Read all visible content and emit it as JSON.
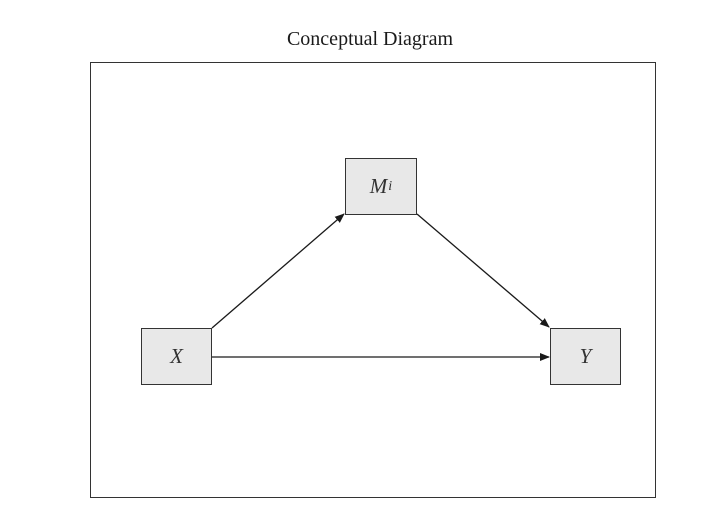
{
  "title": "Conceptual Diagram",
  "nodes": {
    "x": {
      "label": "X"
    },
    "m": {
      "label": "M",
      "subscript": "i"
    },
    "y": {
      "label": "Y"
    }
  },
  "edges": [
    {
      "from": "X",
      "to": "Mi"
    },
    {
      "from": "Mi",
      "to": "Y"
    },
    {
      "from": "X",
      "to": "Y"
    }
  ],
  "colors": {
    "node_fill": "#e8e8e8",
    "stroke": "#333333"
  }
}
